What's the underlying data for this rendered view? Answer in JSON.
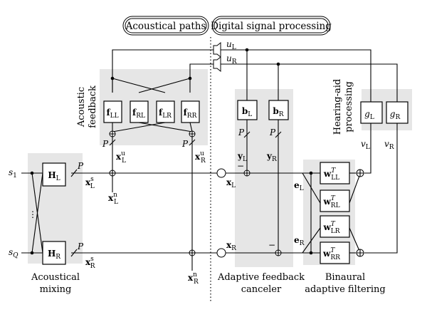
{
  "headers": {
    "acoustical_paths": "Acoustical paths",
    "digital_signal_processing": "Digital signal processing"
  },
  "captions": {
    "acoustic_feedback": [
      "Acoustic",
      "feedback"
    ],
    "hearing_aid_processing": [
      "Hearing-aid",
      "processing"
    ],
    "acoustical_mixing": [
      "Acoustical",
      "mixing"
    ],
    "adaptive_feedback_canceler": [
      "Adaptive feedback",
      "canceler"
    ],
    "binaural_adaptive_filtering": [
      "Binaural",
      "adaptive filtering"
    ]
  },
  "blocks": {
    "f_ll": {
      "base": "f",
      "sub": "LL"
    },
    "f_rl": {
      "base": "f",
      "sub": "RL"
    },
    "f_lr": {
      "base": "f",
      "sub": "LR"
    },
    "f_rr": {
      "base": "f",
      "sub": "RR"
    },
    "h_l": {
      "base": "H",
      "sub": "L"
    },
    "h_r": {
      "base": "H",
      "sub": "R"
    },
    "b_l": {
      "base": "b",
      "sub": "L"
    },
    "b_r": {
      "base": "b",
      "sub": "R"
    },
    "g_l": {
      "base": "g",
      "sub": "L"
    },
    "g_r": {
      "base": "g",
      "sub": "R"
    },
    "w_ll": {
      "base": "w",
      "sup": "T",
      "sub": "LL"
    },
    "w_rl": {
      "base": "w",
      "sup": "T",
      "sub": "RL"
    },
    "w_lr": {
      "base": "w",
      "sup": "T",
      "sub": "LR"
    },
    "w_rr": {
      "base": "w",
      "sup": "T",
      "sub": "RR"
    }
  },
  "signals": {
    "u_l": {
      "base": "u",
      "sub": "L"
    },
    "u_r": {
      "base": "u",
      "sub": "R"
    },
    "s_1": {
      "base": "s",
      "sub": "1"
    },
    "s_q": {
      "base": "s",
      "sub": "Q"
    },
    "x_l_s": {
      "base": "x",
      "sup": "s",
      "sub": "L"
    },
    "x_r_s": {
      "base": "x",
      "sup": "s",
      "sub": "R"
    },
    "x_l_u": {
      "base": "x",
      "sup": "u",
      "sub": "L"
    },
    "x_r_u": {
      "base": "x",
      "sup": "u",
      "sub": "R"
    },
    "x_l_n": {
      "base": "x",
      "sup": "n",
      "sub": "L"
    },
    "x_r_n": {
      "base": "x",
      "sup": "n",
      "sub": "R"
    },
    "x_l": {
      "base": "x",
      "sub": "L"
    },
    "x_r": {
      "base": "x",
      "sub": "R"
    },
    "y_l": {
      "base": "y",
      "sub": "L"
    },
    "y_r": {
      "base": "y",
      "sub": "R"
    },
    "e_l": {
      "base": "e",
      "sub": "L"
    },
    "e_r": {
      "base": "e",
      "sub": "R"
    },
    "v_l": {
      "base": "v",
      "sub": "L"
    },
    "v_r": {
      "base": "v",
      "sub": "R"
    }
  },
  "bus_width_label": "P",
  "minus_sign": "−",
  "ellipsis": "⋮"
}
